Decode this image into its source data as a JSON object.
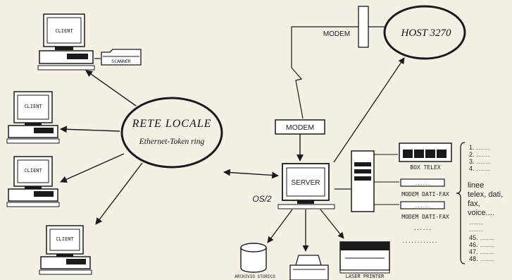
{
  "colors": {
    "background": "#f3f0e6",
    "ink": "#1a1a1a"
  },
  "diagram": {
    "host": {
      "title": "HOST 3270"
    },
    "network": {
      "title": "RETE LOCALE",
      "subtitle": "Ethernet-Token ring"
    },
    "modem_top": "MODEM",
    "modem_mid": "MODEM",
    "server": {
      "label": "SERVER",
      "os": "OS/2"
    },
    "client_label": "CLIENT",
    "scanner": "SCANNER",
    "box_telex": "BOX TELEX",
    "modem_dati_fax_1": "MODEM DATI-FAX",
    "modem_dati_fax_2": "MODEM DATI-FAX",
    "archivio": "ARCHIVIO STORICO",
    "laser_printer": "LASER PRINTER",
    "linee_lines": [
      "linee",
      "telex, dati,",
      "fax,",
      "voice...."
    ],
    "line_numbers_top": [
      "1.",
      "2.",
      "3.",
      "4."
    ],
    "line_numbers_bottom": [
      "45.",
      "46.",
      "47.",
      "48."
    ],
    "dots": "............",
    "dots_small": "......"
  }
}
